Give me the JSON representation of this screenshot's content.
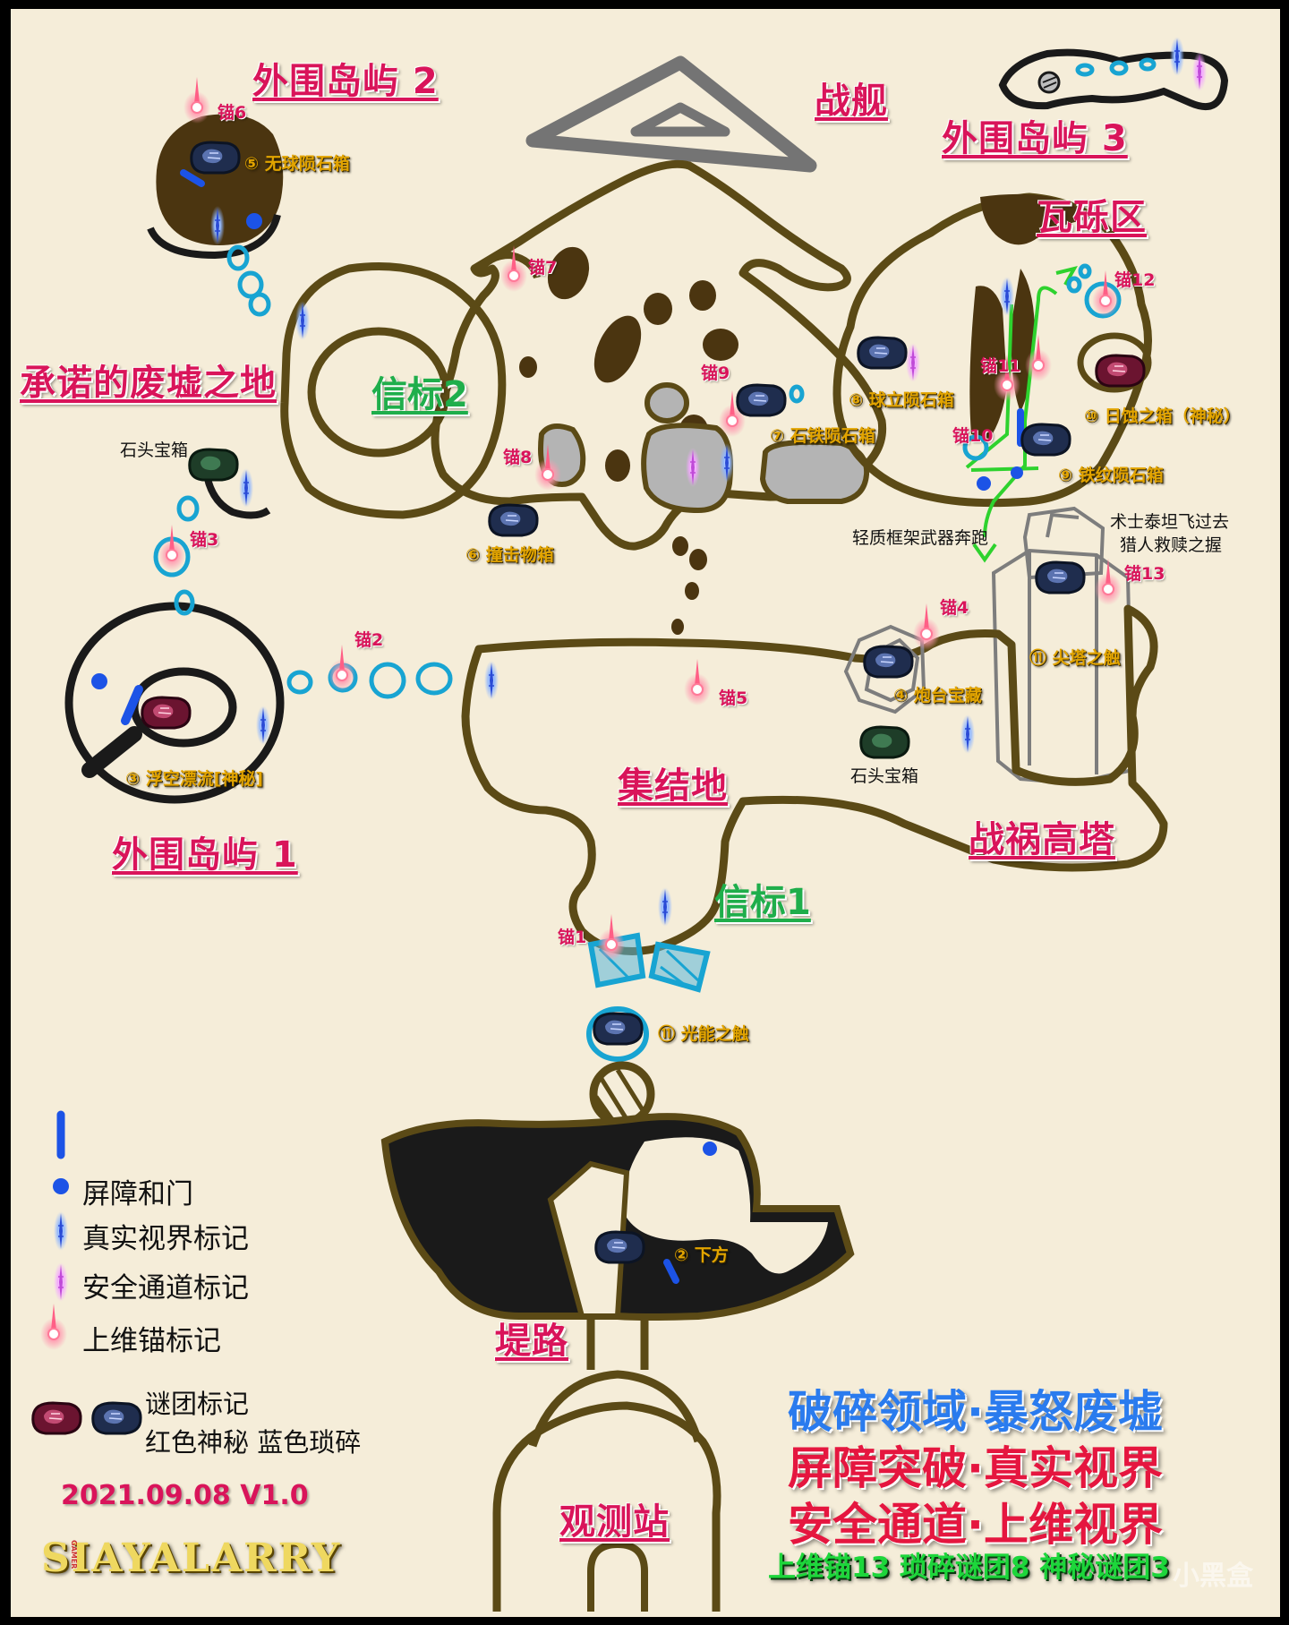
{
  "colors": {
    "paper": "#f5edd9",
    "outline": "#5b4a16",
    "fill_brown": "#4b3510",
    "stone": "#b4b4b4",
    "barrier_blue": "#1c53e6",
    "area_label": "#d9145a",
    "beacon_label": "#1fae4b",
    "chest_label": "#e2a400",
    "summary_green": "#1dd63b",
    "title_blue": "#2a7bee",
    "title_red": "#e5163f"
  },
  "areas": {
    "outer_island_2": "外围岛屿 2",
    "battleship": "战舰",
    "outer_island_3": "外围岛屿 3",
    "rubble_zone": "瓦砾区",
    "promise_ruins": "承诺的废墟之地",
    "beacon_2": "信标2",
    "rally_point": "集结地",
    "war_tower": "战祸高塔",
    "outer_island_1": "外围岛屿 1",
    "beacon_1": "信标1",
    "causeway": "堤路",
    "observatory": "观测站"
  },
  "anchors": [
    "锚1",
    "锚2",
    "锚3",
    "锚4",
    "锚5",
    "锚6",
    "锚7",
    "锚8",
    "锚9",
    "锚10",
    "锚11",
    "锚12",
    "锚13"
  ],
  "chests": {
    "c1": "⑪ 光能之触",
    "c2": "② 下方",
    "c3": "③ 浮空漂流[神秘]",
    "c4": "④ 炮台宝藏",
    "c5": "⑤ 无球陨石箱",
    "c6": "⑥ 撞击物箱",
    "c7": "⑦ 石铁陨石箱",
    "c8": "⑧ 球立陨石箱",
    "c9": "⑨ 铁纹陨石箱",
    "c10": "⑩ 日蚀之箱（神秘）",
    "c11": "⑪ 尖塔之触",
    "stone_chest_left": "石头宝箱",
    "stone_chest_right": "石头宝箱"
  },
  "notes": {
    "light_frame": "轻质框架武器奔跑",
    "warlock_line1": "术士泰坦飞过去",
    "warlock_line2": "猎人救赎之握"
  },
  "legend": {
    "barrier": "屏障和门",
    "true_sight": "真实视界标记",
    "safe_passage": "安全通道标记",
    "anchor": "上维锚标记",
    "puzzle_line1": "谜团标记",
    "puzzle_line2": "红色神秘 蓝色琐碎"
  },
  "version": "2021.09.08 V1.0",
  "brand": "SIAYALARRY",
  "brand_tag": "GAMER",
  "title": {
    "line1": "破碎领域·暴怒废墟",
    "line2": "屏障突破·真实视界",
    "line3": "安全通道·上维视界",
    "summary": "上维锚13 琐碎谜团8 神秘谜团3"
  },
  "watermark": "小黑盒"
}
